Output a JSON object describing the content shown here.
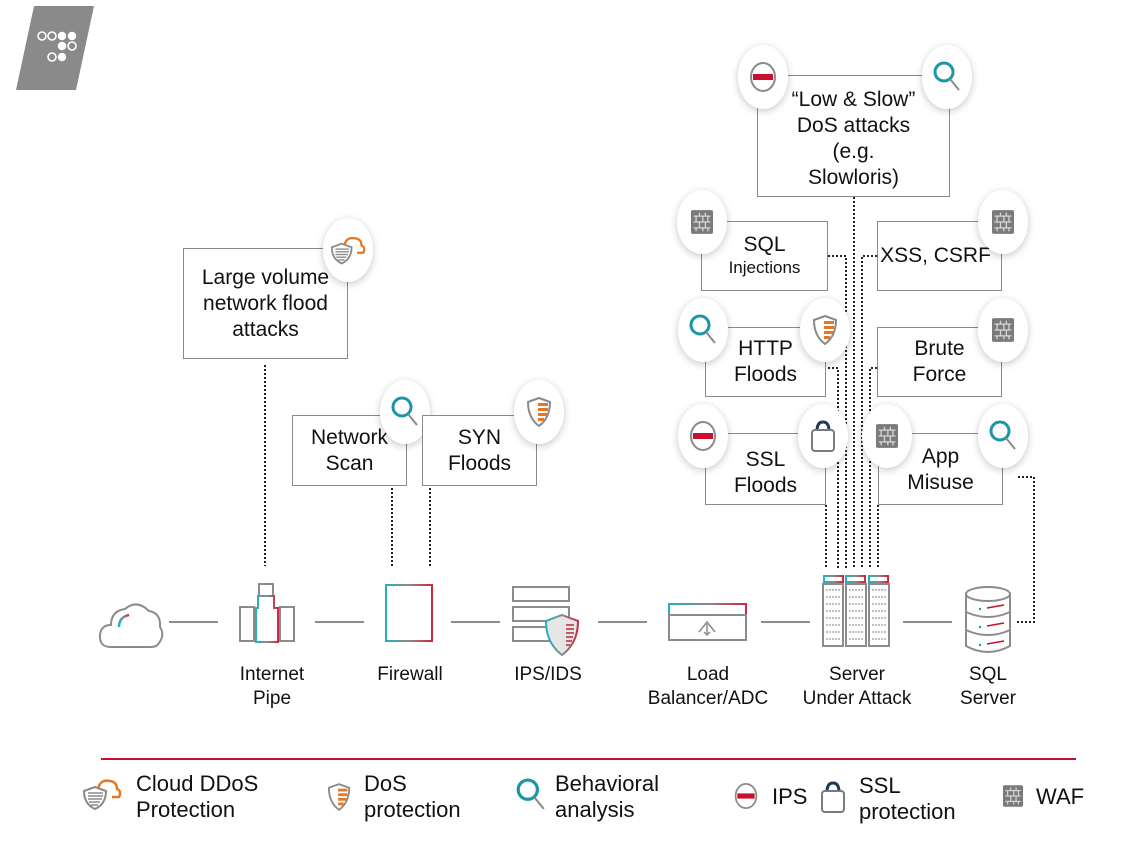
{
  "logo": {
    "icon": "brand-logo-icon"
  },
  "attacks": {
    "low_slow": "“Low & Slow”\nDoS attacks\n(e.g.\nSlowloris)",
    "large_volume": "Large volume\nnetwork flood\nattacks",
    "network_scan": "Network\nScan",
    "syn_floods": "SYN\nFloods",
    "sql_injections_line1": "SQL",
    "sql_injections_line2": "Injections",
    "xss_csrf": "XSS, CSRF",
    "http_floods": "HTTP\nFloods",
    "brute_force": "Brute\nForce",
    "ssl_floods": "SSL\nFloods",
    "app_misuse": "App\nMisuse"
  },
  "nodes": [
    {
      "label": "",
      "icon": "cloud-icon"
    },
    {
      "label": "Internet\nPipe",
      "icon": "internet-pipe-icon"
    },
    {
      "label": "Firewall",
      "icon": "firewall-icon"
    },
    {
      "label": "IPS/IDS",
      "icon": "ips-ids-icon"
    },
    {
      "label": "Load\nBalancer/ADC",
      "icon": "load-balancer-icon"
    },
    {
      "label": "Server\nUnder Attack",
      "icon": "server-rack-icon"
    },
    {
      "label": "SQL\nServer",
      "icon": "database-icon"
    }
  ],
  "legend": [
    {
      "label": "Cloud DDoS\nProtection",
      "icon": "cloud-ddos-icon"
    },
    {
      "label": "DoS\nprotection",
      "icon": "dos-shield-icon"
    },
    {
      "label": "Behavioral\nanalysis",
      "icon": "behavioral-search-icon"
    },
    {
      "label": "IPS",
      "icon": "ips-minus-icon"
    },
    {
      "label": "SSL\nprotection",
      "icon": "ssl-lock-icon"
    },
    {
      "label": "WAF",
      "icon": "waf-brick-icon"
    }
  ],
  "colors": {
    "accent_red": "#c8102e",
    "teal": "#1a9ba8",
    "orange": "#e87722",
    "gray": "#8c8c8c",
    "logo_gray": "#8a8a8a"
  }
}
